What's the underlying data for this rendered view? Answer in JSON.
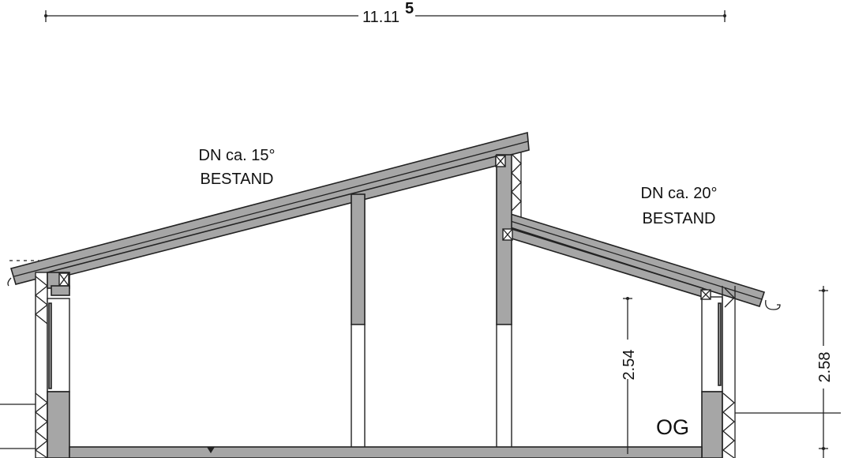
{
  "drawing": {
    "overall_width_dimension": {
      "main": "11.11",
      "superscript": "5"
    },
    "roof_left": {
      "pitch_label": "DN ca. 15°",
      "status_label": "BESTAND"
    },
    "roof_right": {
      "pitch_label": "DN ca. 20°",
      "status_label": "BESTAND"
    },
    "height_dimension_inner": "2.54",
    "height_dimension_outer": "2.58",
    "floor_label": "OG"
  },
  "colors": {
    "member_fill": "#a6a6a6",
    "line": "#222222",
    "floor_label": "#111111"
  }
}
